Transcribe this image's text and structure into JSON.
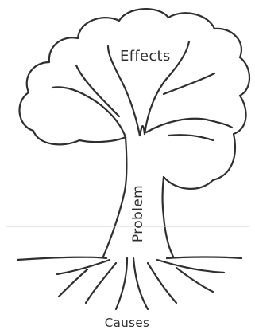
{
  "labels": {
    "effects": "Effects",
    "problem": "Problem",
    "causes": "Causes"
  },
  "colors": {
    "line": "#2f2f2f",
    "background": "#ffffff"
  }
}
